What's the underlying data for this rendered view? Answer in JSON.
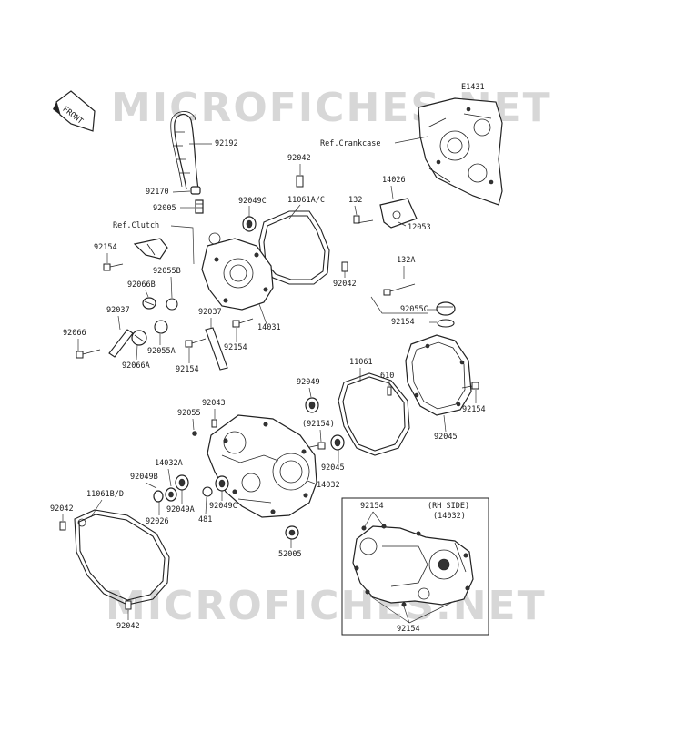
{
  "diagram": {
    "code": "E1431",
    "front_label": "FRONT",
    "watermark": "MICROFICHES.NET",
    "inset_note_line1": "(RH SIDE)",
    "inset_note_line2": "(14032)",
    "refs": {
      "crankcase": "Ref.Crankcase",
      "clutch": "Ref.Clutch"
    },
    "parts": [
      {
        "id": "p92192",
        "label": "92192"
      },
      {
        "id": "p92170",
        "label": "92170"
      },
      {
        "id": "p92005",
        "label": "92005"
      },
      {
        "id": "p92042a",
        "label": "92042"
      },
      {
        "id": "p92049c_top",
        "label": "92049C"
      },
      {
        "id": "p11061ac",
        "label": "11061A/C"
      },
      {
        "id": "p14026",
        "label": "14026"
      },
      {
        "id": "p132",
        "label": "132"
      },
      {
        "id": "p12053",
        "label": "12053"
      },
      {
        "id": "p92154a",
        "label": "92154"
      },
      {
        "id": "p92055b",
        "label": "92055B"
      },
      {
        "id": "p92066b",
        "label": "92066B"
      },
      {
        "id": "p92042b",
        "label": "92042"
      },
      {
        "id": "p132a",
        "label": "132A"
      },
      {
        "id": "p92037a",
        "label": "92037"
      },
      {
        "id": "p92037b",
        "label": "92037"
      },
      {
        "id": "p14031",
        "label": "14031"
      },
      {
        "id": "p92066",
        "label": "92066"
      },
      {
        "id": "p92055c",
        "label": "92055C"
      },
      {
        "id": "p92154b",
        "label": "92154"
      },
      {
        "id": "p92055a",
        "label": "92055A"
      },
      {
        "id": "p92154c",
        "label": "92154"
      },
      {
        "id": "p92066a",
        "label": "92066A"
      },
      {
        "id": "p92154d",
        "label": "92154"
      },
      {
        "id": "p11061",
        "label": "11061"
      },
      {
        "id": "p610",
        "label": "610"
      },
      {
        "id": "p92049",
        "label": "92049"
      },
      {
        "id": "p92154e",
        "label": "92154"
      },
      {
        "id": "p92043",
        "label": "92043"
      },
      {
        "id": "p92055",
        "label": "92055"
      },
      {
        "id": "p92154_paren",
        "label": "(92154)"
      },
      {
        "id": "p14032a",
        "label": "14032A"
      },
      {
        "id": "p92049b",
        "label": "92049B"
      },
      {
        "id": "p92045a",
        "label": "92045"
      },
      {
        "id": "p92045b",
        "label": "92045"
      },
      {
        "id": "p14032",
        "label": "14032"
      },
      {
        "id": "p11061bd",
        "label": "11061B/D"
      },
      {
        "id": "p92042c",
        "label": "92042"
      },
      {
        "id": "p92026",
        "label": "92026"
      },
      {
        "id": "p92049a",
        "label": "92049A"
      },
      {
        "id": "p92049c_low",
        "label": "92049C"
      },
      {
        "id": "p481",
        "label": "481"
      },
      {
        "id": "p52005",
        "label": "52005"
      },
      {
        "id": "p92154f",
        "label": "92154"
      },
      {
        "id": "p92042d",
        "label": "92042"
      },
      {
        "id": "p92154g",
        "label": "92154"
      }
    ]
  }
}
